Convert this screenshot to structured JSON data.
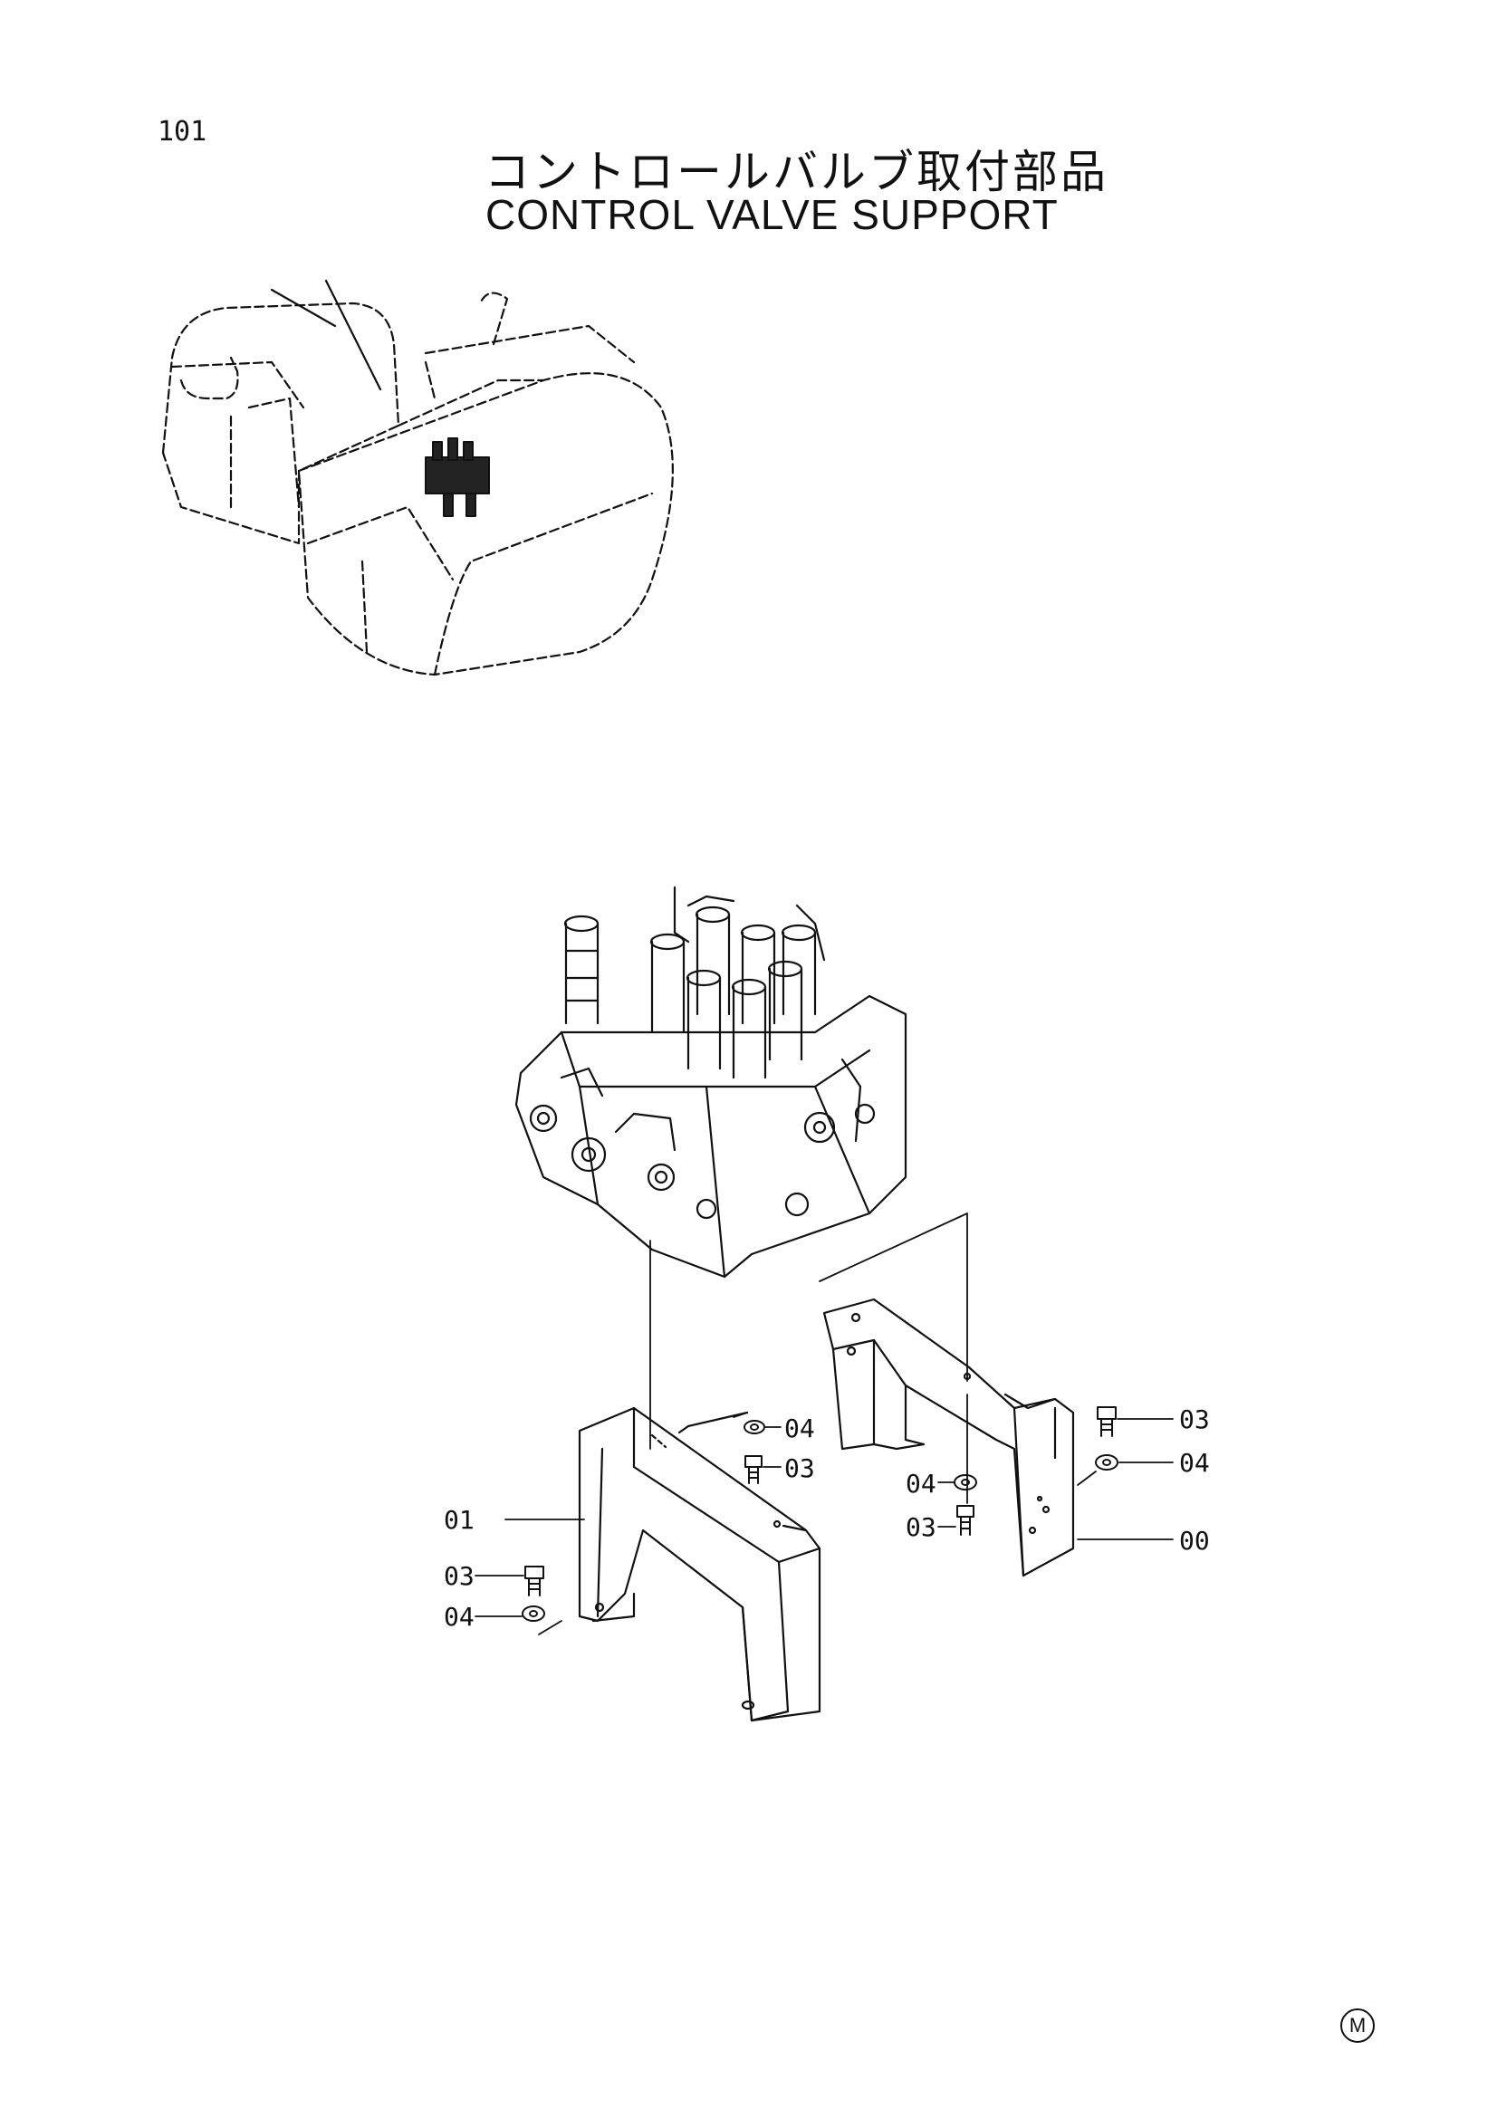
{
  "page": {
    "number": "101"
  },
  "title": {
    "japanese": "コントロールバルブ取付部品",
    "english": "CONTROL VALVE SUPPORT"
  },
  "callouts": [
    {
      "id": "c-04-top",
      "label": "04"
    },
    {
      "id": "c-03-top",
      "label": "03"
    },
    {
      "id": "c-01",
      "label": "01"
    },
    {
      "id": "c-03-left",
      "label": "03"
    },
    {
      "id": "c-04-left",
      "label": "04"
    },
    {
      "id": "c-04-mid",
      "label": "04"
    },
    {
      "id": "c-03-mid",
      "label": "03"
    },
    {
      "id": "c-03-right",
      "label": "03"
    },
    {
      "id": "c-04-right",
      "label": "04"
    },
    {
      "id": "c-00",
      "label": "00"
    }
  ],
  "mark": "M"
}
